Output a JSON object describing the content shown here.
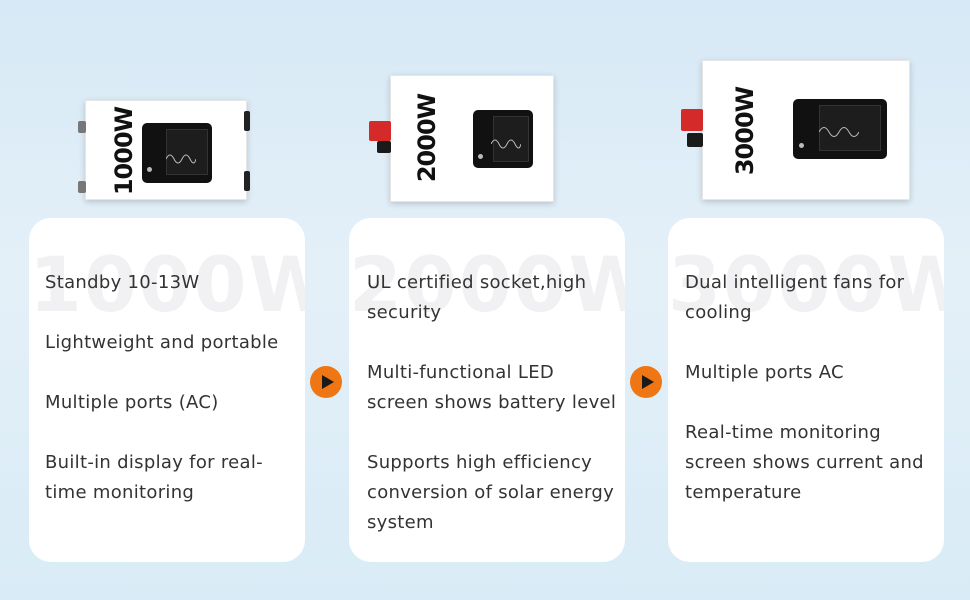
{
  "products": [
    {
      "wattage_label": "1000W",
      "features": [
        "Standby 10-13W",
        "Lightweight and portable",
        "Multiple ports (AC)",
        "Built-in display for real-time monitoring"
      ]
    },
    {
      "wattage_label": "2000W",
      "features": [
        "UL certified socket,high security",
        "Multi-functional LED screen shows battery level",
        "Supports high efficiency conversion of solar energy system"
      ]
    },
    {
      "wattage_label": "3000W",
      "features": [
        "Dual intelligent fans for cooling",
        "Multiple ports AC",
        "Real-time monitoring screen shows current and temperature"
      ]
    }
  ],
  "arrow_icon": "play-arrow-icon",
  "colors": {
    "arrow": "#f07513",
    "terminal_red": "#d42a2a",
    "card": "#ffffff",
    "background": "#dbeaf5"
  }
}
